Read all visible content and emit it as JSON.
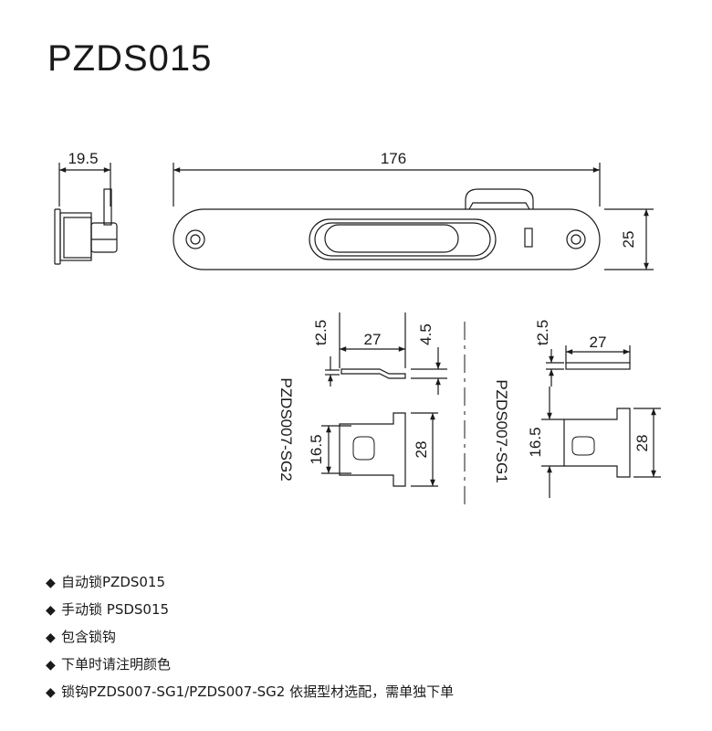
{
  "title": "PZDS015",
  "dimensions": {
    "side_width": "19.5",
    "length": "176",
    "height": "25",
    "sg2_thickness": "t2.5",
    "sg2_length": "27",
    "sg2_offset": "4.5",
    "sg2_hole_width": "16.5",
    "sg2_height": "28",
    "sg1_thickness": "t2.5",
    "sg1_length": "27",
    "sg1_hole_width": "16.5",
    "sg1_height": "28"
  },
  "part_labels": {
    "sg2": "PZDS007-SG2",
    "sg1": "PZDS007-SG1"
  },
  "notes": [
    {
      "bullet": "◆",
      "text": "自动锁PZDS015"
    },
    {
      "bullet": "◆",
      "text": "手动锁 PSDS015"
    },
    {
      "bullet": "◆",
      "text": "包含锁钩"
    },
    {
      "bullet": "◆",
      "text": "下单时请注明颜色"
    },
    {
      "bullet": "◆",
      "text": "锁钩PZDS007-SG1/PZDS007-SG2 依据型材选配，需单独下单"
    }
  ]
}
